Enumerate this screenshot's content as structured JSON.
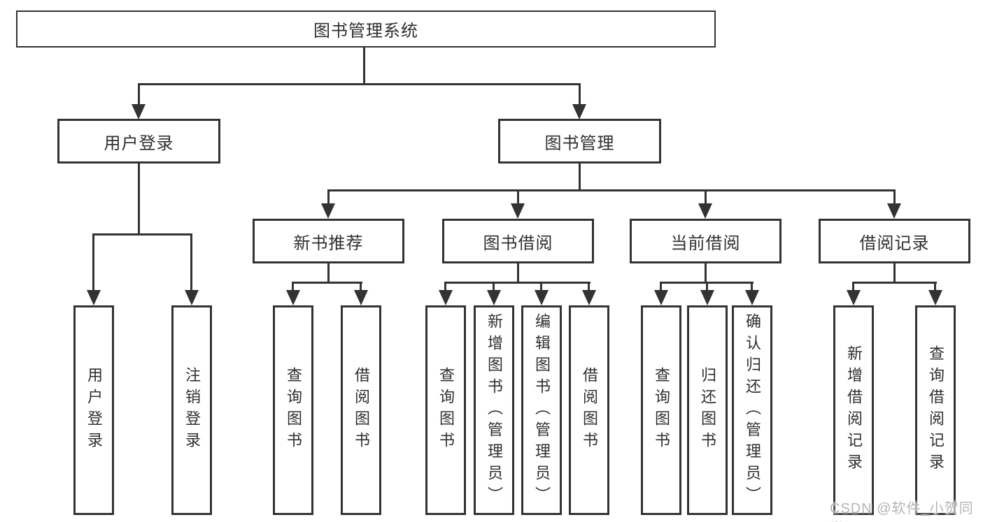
{
  "tree": {
    "root": {
      "label": "图书管理系统"
    },
    "branches": [
      {
        "label": "用户登录",
        "children": [
          {
            "label": "用户登录"
          },
          {
            "label": "注销登录"
          }
        ]
      },
      {
        "label": "图书管理",
        "children": [
          {
            "label": "新书推荐",
            "children": [
              {
                "label": "查询图书"
              },
              {
                "label": "借阅图书"
              }
            ]
          },
          {
            "label": "图书借阅",
            "children": [
              {
                "label": "查询图书"
              },
              {
                "label": "新增图书（管理员）"
              },
              {
                "label": "编辑图书（管理员）"
              },
              {
                "label": "借阅图书"
              }
            ]
          },
          {
            "label": "当前借阅",
            "children": [
              {
                "label": "查询图书"
              },
              {
                "label": "归还图书"
              },
              {
                "label": "确认归还（管理员）"
              }
            ]
          },
          {
            "label": "借阅记录",
            "children": [
              {
                "label": "新增借阅记录"
              },
              {
                "label": "查询借阅记录"
              }
            ]
          }
        ]
      }
    ]
  },
  "watermark": "CSDN @软件_小贺同学",
  "colors": {
    "line": "#333333",
    "text": "#2f2f2f",
    "background": "#ffffff",
    "watermark": "#b5b5b5"
  }
}
